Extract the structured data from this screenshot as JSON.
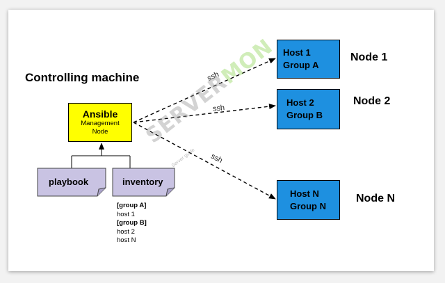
{
  "title": "Controlling machine",
  "ansible": {
    "title": "Ansible",
    "line1": "Management",
    "line2": "Node"
  },
  "playbook": "playbook",
  "inventory": "inventory",
  "inventory_list": [
    "[group A]",
    "host 1",
    "[group B]",
    "host 2",
    "host N"
  ],
  "hosts": [
    {
      "line1": "Host 1",
      "line2": "Group A",
      "node": "Node 1"
    },
    {
      "line1": "Host 2",
      "line2": "Group B",
      "node": "Node 2"
    },
    {
      "line1": "Host N",
      "line2": "Group N",
      "node": "Node N"
    }
  ],
  "ssh_label": "ssh",
  "watermark": {
    "part1": "SERVER",
    "part2": "MON",
    "small": "Server guide"
  },
  "colors": {
    "ansible_fill": "#ffff00",
    "host_fill": "#1e90e0",
    "note_fill": "#c9c3e3"
  }
}
